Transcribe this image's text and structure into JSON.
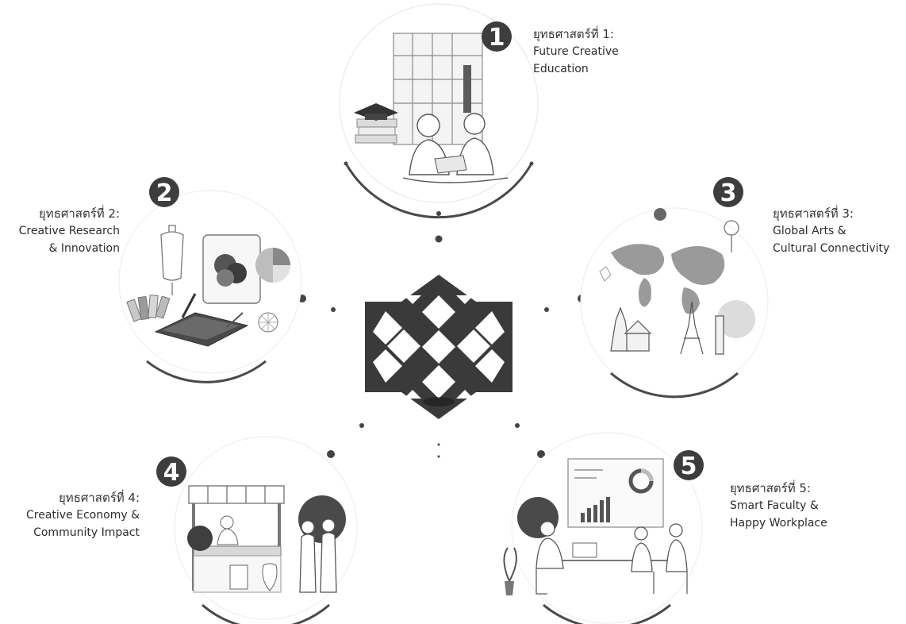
{
  "strategies": [
    {
      "number": "1",
      "title": "ยุทธศาสตร์ที่ 1:",
      "lines": [
        "Future Creative",
        "Education"
      ]
    },
    {
      "number": "2",
      "title": "ยุทธศาสตร์ที่ 2:",
      "lines": [
        "Creative Research",
        "& Innovation"
      ]
    },
    {
      "number": "3",
      "title": "ยุทธศาสตร์ที่ 3:",
      "lines": [
        "Global Arts &",
        "Cultural Connectivity"
      ]
    },
    {
      "number": "4",
      "title": "ยุทธศาสตร์ที่ 4:",
      "lines": [
        "Creative Economy &",
        "Community Impact"
      ]
    },
    {
      "number": "5",
      "title": "ยุทธศาสตร์ที่ 5:",
      "lines": [
        "Smart Faculty &",
        "Happy Workplace"
      ]
    }
  ],
  "colors": {
    "badge": "#3d3d3d",
    "logo": "#3a3a3a",
    "arc": "#4a4a4a",
    "light": "#d9d9d9",
    "mid": "#8f8f8f"
  },
  "icons": [
    "education-scene-icon",
    "research-tablet-icon",
    "globe-landmarks-icon",
    "market-stall-icon",
    "office-meeting-icon",
    "faculty-logo-icon"
  ]
}
